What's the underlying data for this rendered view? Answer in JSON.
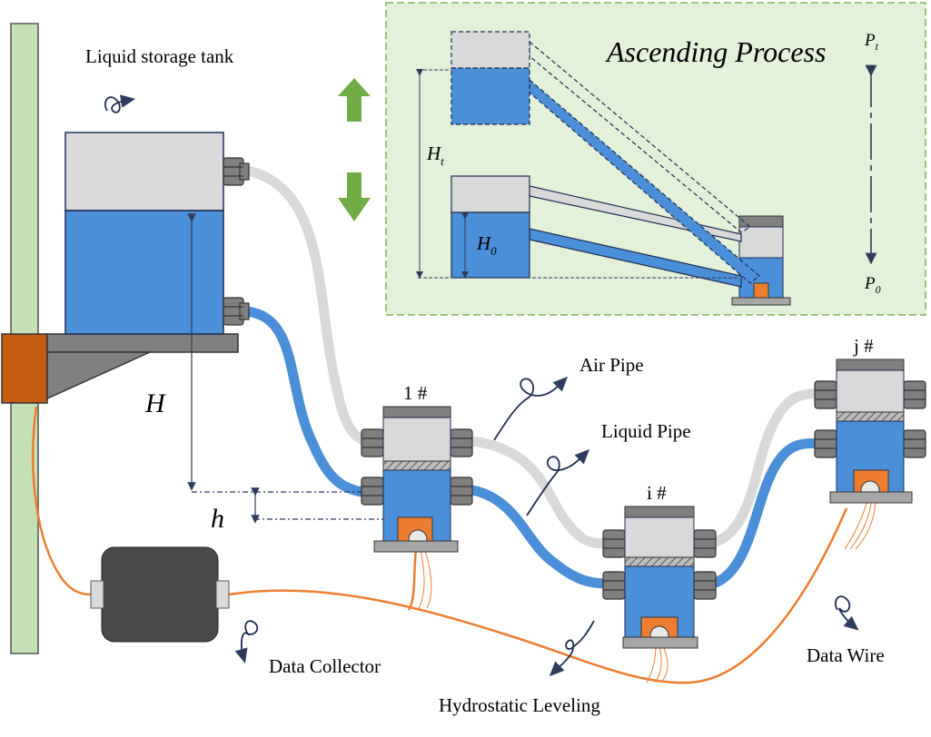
{
  "labels": {
    "tank": "Liquid storage tank",
    "air_pipe": "Air Pipe",
    "liquid_pipe": "Liquid Pipe",
    "data_collector": "Data Collector",
    "data_wire": "Data Wire",
    "hydrostatic": "Hydrostatic Leveling",
    "H": "H",
    "h": "h",
    "sensor_1": "1 #",
    "sensor_i": "i #",
    "sensor_j": "j #"
  },
  "inset": {
    "title": "Ascending Process",
    "Ht_main": "H",
    "Ht_sub": "t",
    "H0_main": "H",
    "H0_sub": "0",
    "Pt_main": "P",
    "Pt_sub": "t",
    "P0_main": "P",
    "P0_sub": "0"
  },
  "colors": {
    "water": "#4a8fd8",
    "air": "#d3d3d3",
    "inset_bg": "#e3f0da",
    "inset_border": "#7db35a",
    "post": "#c5e0b4",
    "bracket": "#c55a11",
    "wire": "#ed7d31",
    "arrow": "#70ad47",
    "collector": "#4a4a4a"
  }
}
